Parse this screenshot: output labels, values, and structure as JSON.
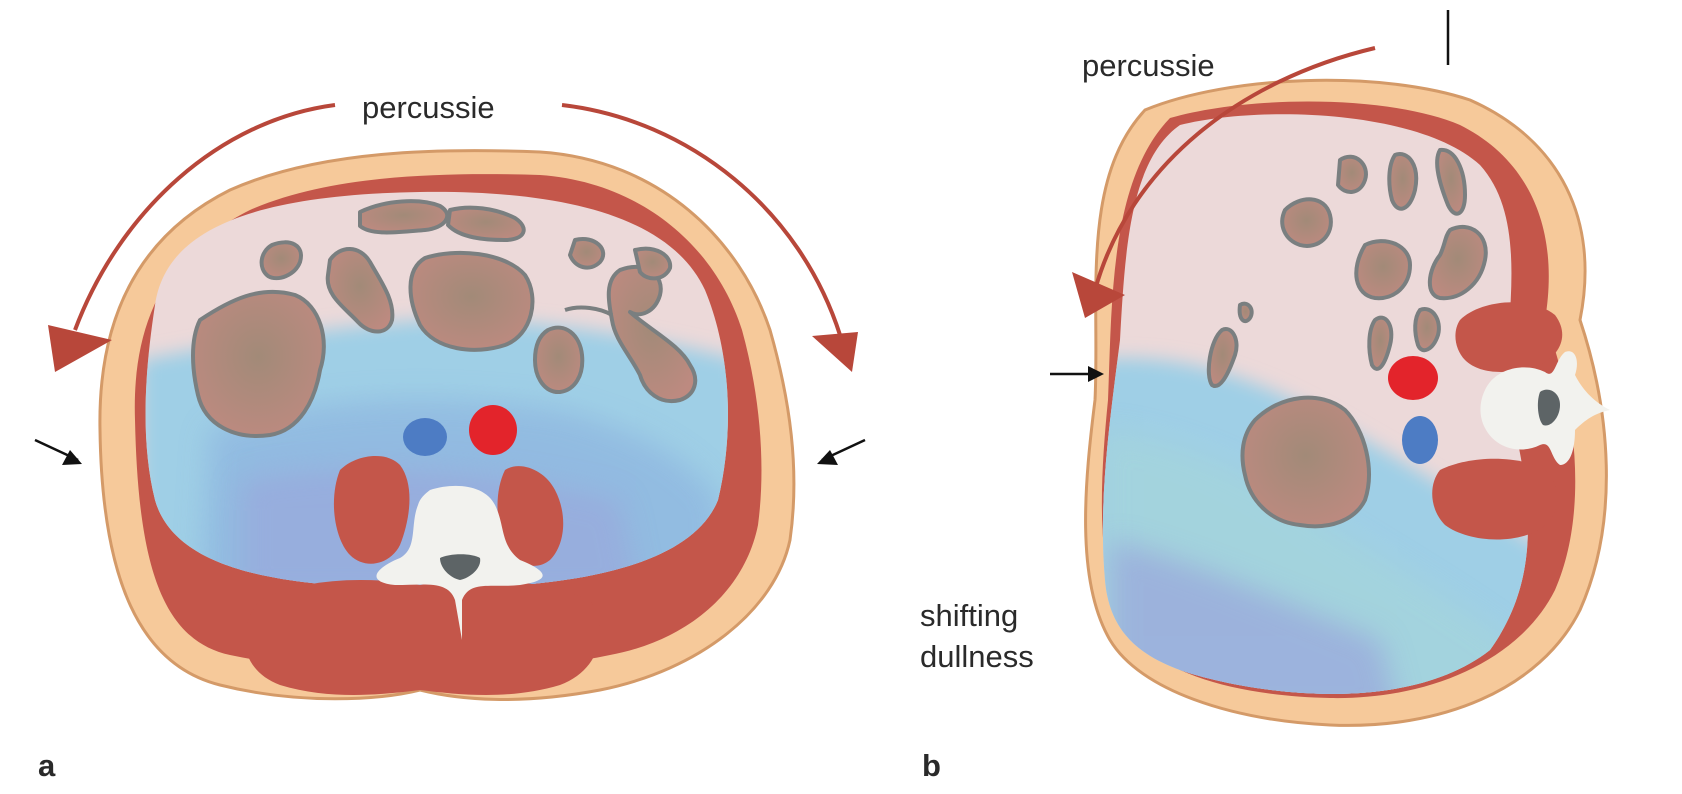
{
  "panel_a": {
    "letter": "a",
    "percussion_label": "percussie"
  },
  "panel_b": {
    "letter": "b",
    "percussion_label": "percussie",
    "shifting_line1": "shifting",
    "shifting_line2": "dullness"
  },
  "colors": {
    "fat": "#f6c99a",
    "fat_outline": "#d49a68",
    "muscle": "#c4564a",
    "cavity": "#ecd9d9",
    "fluid_light": "#9fcfe6",
    "fluid_mid": "#8fb7e0",
    "fluid_deep": "#9aa8dc",
    "bowel": "#b8847a",
    "bowel_outline": "#7a7f80",
    "aorta": "#e3242b",
    "vena_cava": "#4d7cc4",
    "vertebra": "#f2f2ee",
    "spinal_canal": "#5d6466",
    "arrow_red": "#b8473a",
    "arrow_black": "#111111"
  }
}
